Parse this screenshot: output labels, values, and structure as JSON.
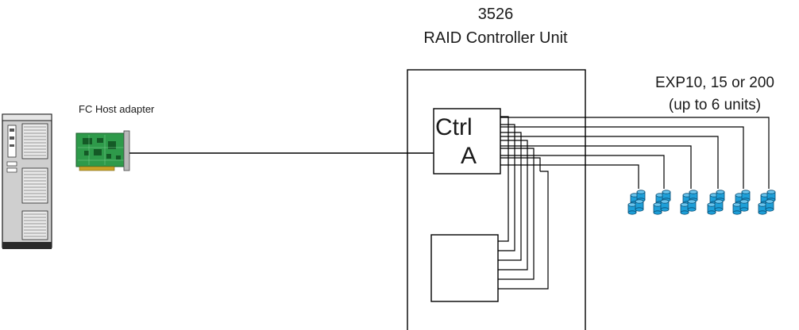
{
  "diagram": {
    "controller_model": "3526",
    "controller_name": "RAID Controller Unit",
    "host_adapter_label": "FC Host adapter",
    "expansion_label": "EXP10, 15 or 200",
    "expansion_note": "(up to 6 units)",
    "ctrl_a_line1": "Ctrl",
    "ctrl_a_line2": "A",
    "expansion_unit_count": 6,
    "colors": {
      "line": "#000000",
      "disk_blue": "#1e9fd8",
      "disk_dark": "#0a4f75",
      "adapter_green": "#2e9a4a",
      "server_gray": "#c8c8c8"
    },
    "icons": [
      "server-tower-icon",
      "fc-host-adapter-card-icon",
      "disk-stack-icon"
    ]
  }
}
